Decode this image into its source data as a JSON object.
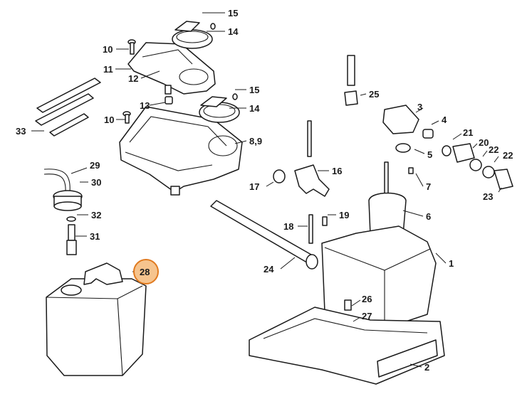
{
  "highlight": {
    "part": "28",
    "fill": "#f6c48e",
    "stroke": "#e07a1f"
  },
  "parts": [
    {
      "id": "p1",
      "label": "1"
    },
    {
      "id": "p2",
      "label": "2"
    },
    {
      "id": "p3",
      "label": "3"
    },
    {
      "id": "p4",
      "label": "4"
    },
    {
      "id": "p5",
      "label": "5"
    },
    {
      "id": "p6",
      "label": "6"
    },
    {
      "id": "p7",
      "label": "7"
    },
    {
      "id": "p89",
      "label": "8,9"
    },
    {
      "id": "p10a",
      "label": "10"
    },
    {
      "id": "p10b",
      "label": "10"
    },
    {
      "id": "p11",
      "label": "11"
    },
    {
      "id": "p12",
      "label": "12"
    },
    {
      "id": "p13",
      "label": "13"
    },
    {
      "id": "p14a",
      "label": "14"
    },
    {
      "id": "p14b",
      "label": "14"
    },
    {
      "id": "p15a",
      "label": "15"
    },
    {
      "id": "p15b",
      "label": "15"
    },
    {
      "id": "p16",
      "label": "16"
    },
    {
      "id": "p17",
      "label": "17"
    },
    {
      "id": "p18",
      "label": "18"
    },
    {
      "id": "p19",
      "label": "19"
    },
    {
      "id": "p20",
      "label": "20"
    },
    {
      "id": "p21",
      "label": "21"
    },
    {
      "id": "p22a",
      "label": "22"
    },
    {
      "id": "p22b",
      "label": "22"
    },
    {
      "id": "p23",
      "label": "23"
    },
    {
      "id": "p24",
      "label": "24"
    },
    {
      "id": "p25",
      "label": "25"
    },
    {
      "id": "p26",
      "label": "26"
    },
    {
      "id": "p27",
      "label": "27"
    },
    {
      "id": "p28",
      "label": "28"
    },
    {
      "id": "p29",
      "label": "29"
    },
    {
      "id": "p30",
      "label": "30"
    },
    {
      "id": "p31",
      "label": "31"
    },
    {
      "id": "p32",
      "label": "32"
    },
    {
      "id": "p33",
      "label": "33"
    }
  ]
}
